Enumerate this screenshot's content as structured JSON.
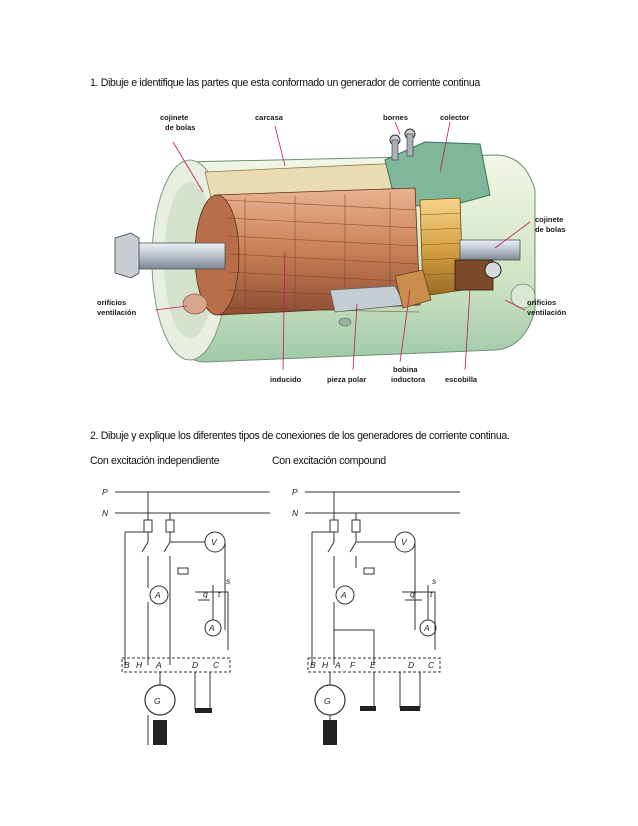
{
  "questions": {
    "q1": "1. Dibuje e identifique las partes que esta conformado un generador de corriente continua",
    "q2": "2. Dibuje y explique los diferentes tipos de conexiones de los generadores de corriente continua."
  },
  "captions": {
    "independent": "Con excitación independiente",
    "compound": "Con excitación compound"
  },
  "generator_labels": {
    "cojinete_izq": [
      "cojinete",
      "de bolas"
    ],
    "carcasa": "carcasa",
    "bornes": "bornes",
    "colector": "colector",
    "cojinete_der": [
      "cojinete",
      "de bolas"
    ],
    "orificios_izq": [
      "orificios",
      "ventilación"
    ],
    "orificios_der": [
      "orificios",
      "ventilación"
    ],
    "inducido": "inducido",
    "pieza_polar": "pieza polar",
    "bobina": [
      "bobina",
      "inductora"
    ],
    "escobilla": "escobilla"
  },
  "circuit_labels": {
    "P": "P",
    "N": "N",
    "V": "V",
    "A": "A",
    "G": "G",
    "B": "B",
    "H": "H",
    "D": "D",
    "C": "C",
    "E": "E",
    "F": "F",
    "q": "q",
    "t": "t",
    "s": "s"
  }
}
